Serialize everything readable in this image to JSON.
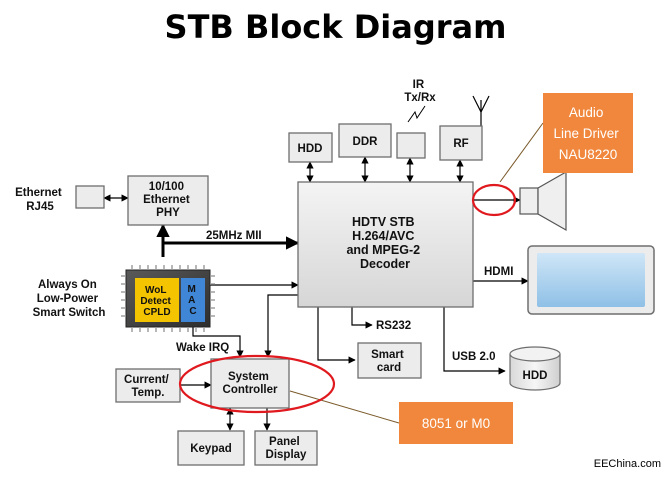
{
  "title": "STB Block Diagram",
  "blocks": {
    "ethernet_rj45": [
      "Ethernet",
      "RJ45"
    ],
    "phy": [
      "10/100",
      "Ethernet",
      "PHY"
    ],
    "hdd_top": "HDD",
    "ddr": "DDR",
    "rf": "RF",
    "ir": [
      "IR",
      "Tx/Rx"
    ],
    "decoder": [
      "HDTV STB",
      "H.264/AVC",
      "and MPEG-2",
      "Decoder"
    ],
    "smart_switch": [
      "Always On",
      "Low-Power",
      "Smart Switch"
    ],
    "cpld": [
      "WoL",
      "Detect",
      "CPLD"
    ],
    "mac": [
      "M",
      "A",
      "C"
    ],
    "current_temp": [
      "Current/",
      "Temp."
    ],
    "system_controller": [
      "System",
      "Controller"
    ],
    "smart_card": [
      "Smart",
      "card"
    ],
    "keypad": "Keypad",
    "panel_display": [
      "Panel",
      "Display"
    ],
    "hdd_bottom": "HDD"
  },
  "signals": {
    "mii": "25MHz MII",
    "hdmi": "HDMI",
    "rs232": "RS232",
    "usb": "USB 2.0",
    "wake_irq": "Wake IRQ"
  },
  "callouts": {
    "audio": [
      "Audio",
      "Line Driver",
      "NAU8220"
    ],
    "mcu": "8051 or M0"
  },
  "footer": "EEChina.com",
  "colors": {
    "callout": "#f0873c",
    "highlight_circle": "#e0191f",
    "cpld_fill": "#f5c400",
    "mac_fill": "#3f86d6",
    "block_fill": "#ececec"
  }
}
